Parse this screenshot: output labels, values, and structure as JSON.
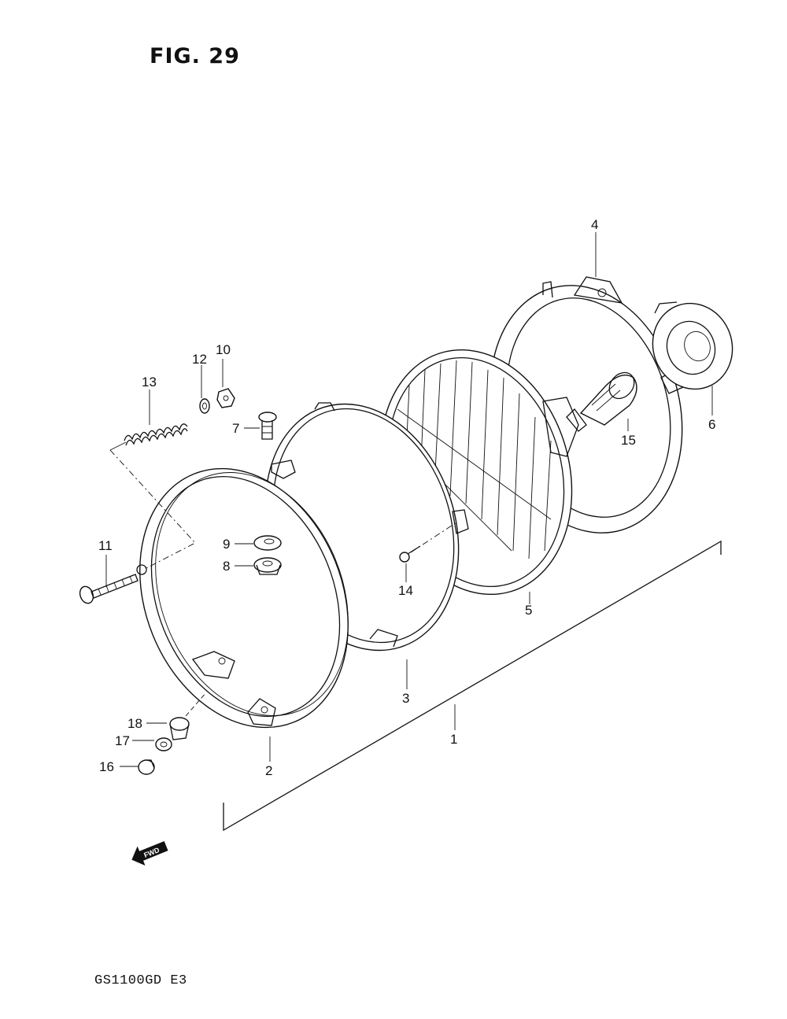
{
  "figure": {
    "title": "FIG. 29"
  },
  "model": {
    "code": "GS1100GD  E3"
  },
  "fwd_arrow": {
    "label": "FWD"
  },
  "callouts": [
    {
      "id": "c1",
      "label": "1"
    },
    {
      "id": "c2",
      "label": "2"
    },
    {
      "id": "c3",
      "label": "3"
    },
    {
      "id": "c4",
      "label": "4"
    },
    {
      "id": "c5",
      "label": "5"
    },
    {
      "id": "c6",
      "label": "6"
    },
    {
      "id": "c7",
      "label": "7"
    },
    {
      "id": "c8",
      "label": "8"
    },
    {
      "id": "c9",
      "label": "9"
    },
    {
      "id": "c10",
      "label": "10"
    },
    {
      "id": "c11",
      "label": "11"
    },
    {
      "id": "c12",
      "label": "12"
    },
    {
      "id": "c13",
      "label": "13"
    },
    {
      "id": "c14",
      "label": "14"
    },
    {
      "id": "c15",
      "label": "15"
    },
    {
      "id": "c16",
      "label": "16"
    },
    {
      "id": "c17",
      "label": "17"
    },
    {
      "id": "c18",
      "label": "18"
    }
  ]
}
